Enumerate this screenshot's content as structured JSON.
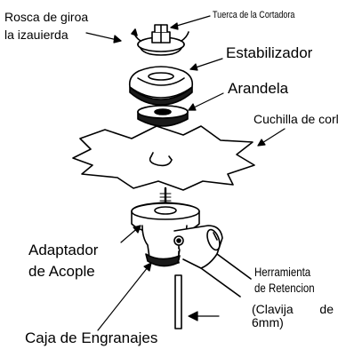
{
  "labels": {
    "rosca_line1": "Rosca de giroa",
    "rosca_line2": "la izauierda",
    "tuerca": "Tuerca de la Cortadora",
    "estabilizador": "Estabilizador",
    "arandela": "Arandela",
    "cuchilla": "Cuchilla de corle",
    "adaptador_line1": "Adaptador",
    "adaptador_line2": "de Acople",
    "herramienta_line1": "Herramienta",
    "herramienta_line2": "de Retencion",
    "clavija_word1": "(Clavija",
    "clavija_word2": "de",
    "clavija_line2": "6mm)",
    "caja": "Caja de Engranajes"
  },
  "colors": {
    "ink": "#000000",
    "paper": "#ffffff",
    "shade": "#1a1a1a"
  }
}
